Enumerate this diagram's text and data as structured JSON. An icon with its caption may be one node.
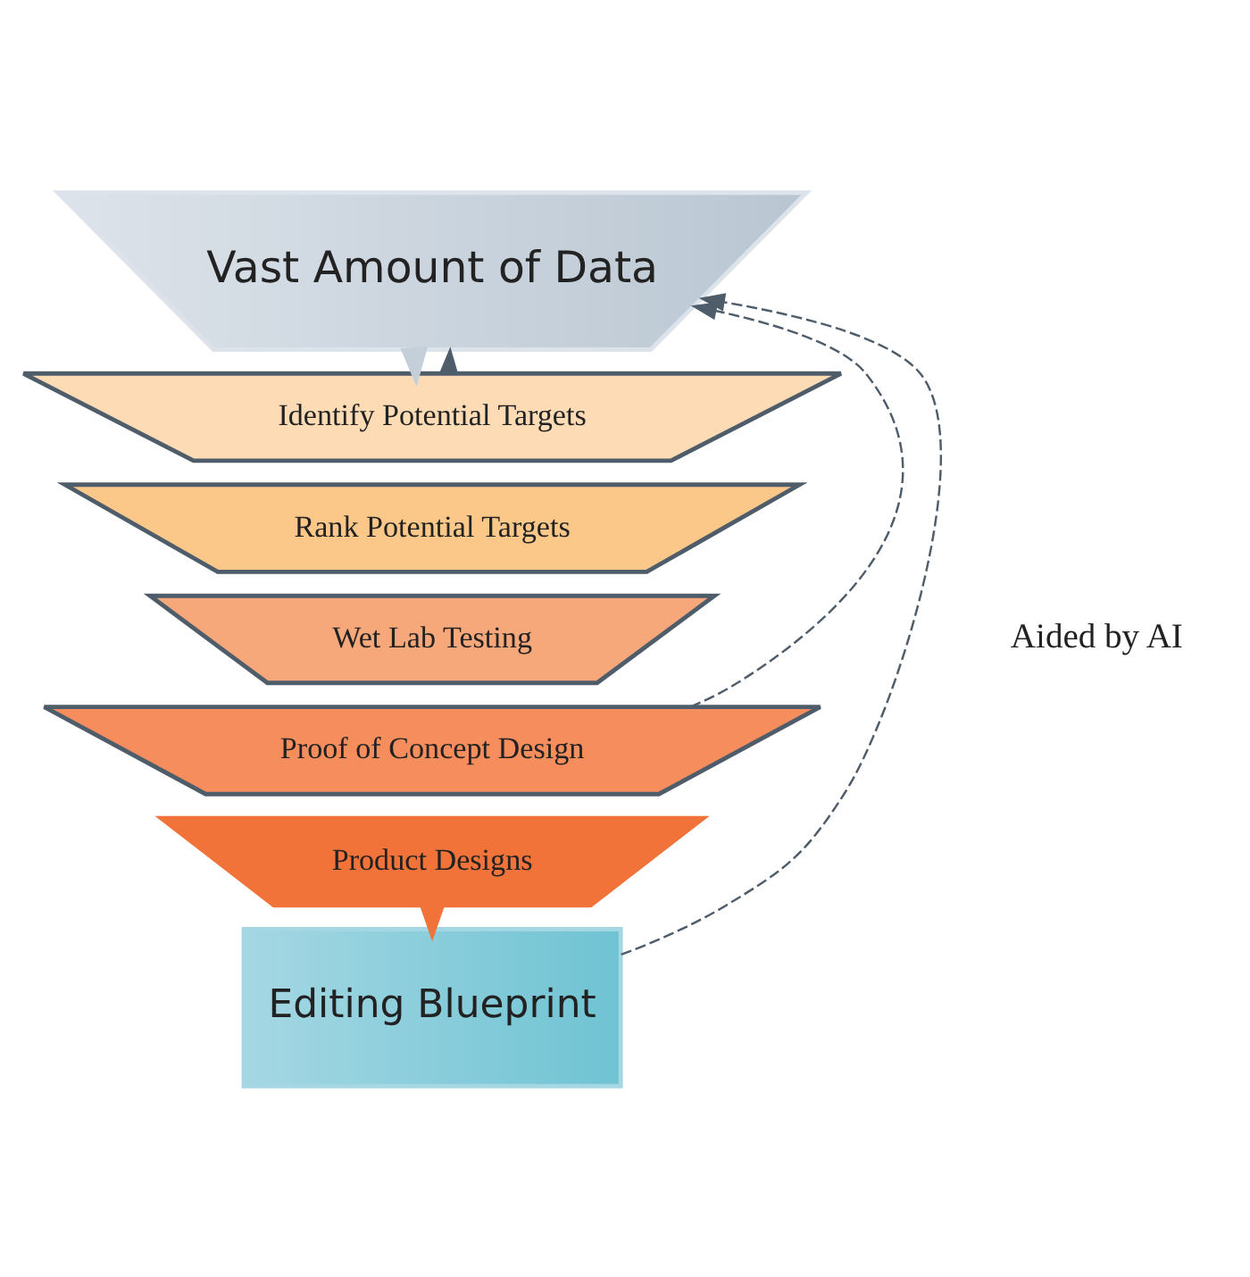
{
  "diagram": {
    "nodes": [
      {
        "text": [
          "Vast Amount of Data"
        ]
      },
      {
        "text": [
          "Identify Potential Targets"
        ]
      },
      {
        "text": [
          "Rank Potential Targets"
        ]
      },
      {
        "text": [
          "Wet Lab Testing"
        ]
      },
      {
        "text": [
          "Proof of Concept Design"
        ]
      },
      {
        "text": [
          "Product Designs"
        ]
      },
      {
        "text": [
          "Editing Blueprint"
        ]
      }
    ],
    "edges": [
      {
        "from": 0,
        "to": 1,
        "arrow": "to",
        "color": "#c5cfd9"
      },
      {
        "from": 5,
        "to": 6,
        "arrow": "to",
        "color": "#f2733a"
      },
      {
        "from": 6,
        "to": 0,
        "arrow": "to",
        "style": "dashed"
      },
      {
        "from": 1,
        "to": 0,
        "arrow": "to",
        "style": "dashed"
      },
      {
        "from": 4,
        "to": 0,
        "arrow": "to",
        "style": "dashed"
      }
    ],
    "labels": [
      "Aided by AI"
    ]
  }
}
